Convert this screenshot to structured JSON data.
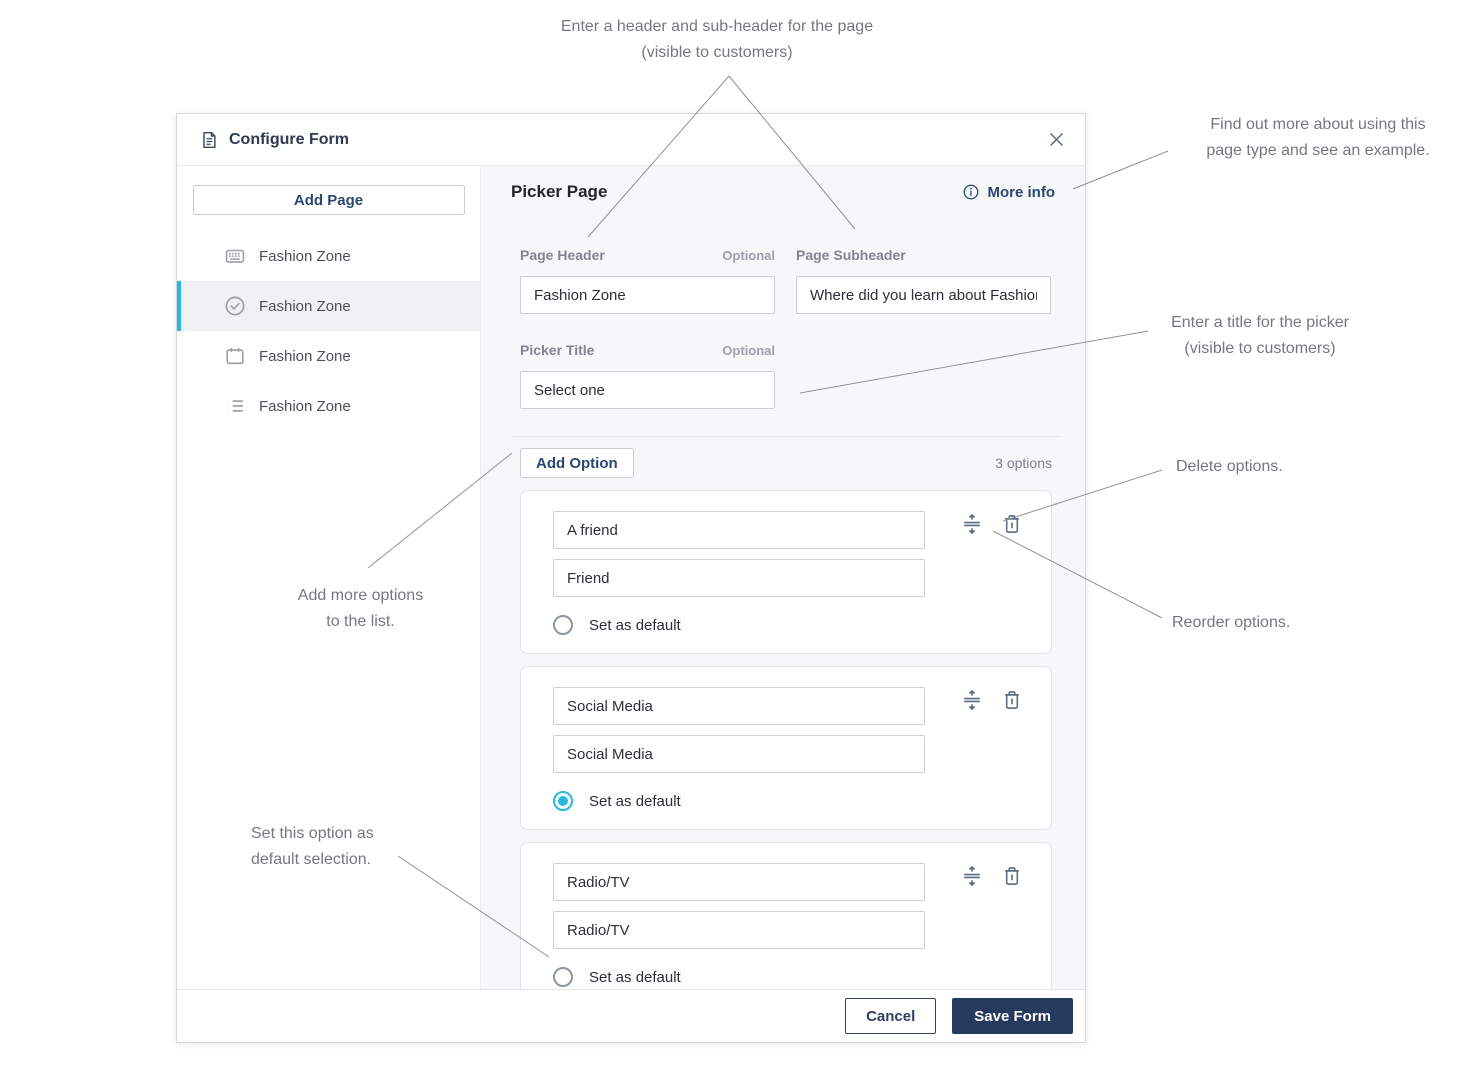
{
  "dialog": {
    "title": "Configure Form",
    "sidebar": {
      "add_page_label": "Add Page",
      "items": [
        {
          "label": "Fashion Zone",
          "icon": "keyboard-icon",
          "selected": false
        },
        {
          "label": "Fashion Zone",
          "icon": "check-circle-icon",
          "selected": true
        },
        {
          "label": "Fashion Zone",
          "icon": "calendar-icon",
          "selected": false
        },
        {
          "label": "Fashion Zone",
          "icon": "list-icon",
          "selected": false
        }
      ]
    },
    "main": {
      "heading": "Picker Page",
      "more_info_label": "More info",
      "fields": {
        "page_header": {
          "label": "Page Header",
          "optional": "Optional",
          "value": "Fashion Zone"
        },
        "page_subheader": {
          "label": "Page Subheader",
          "value": "Where did you learn about Fashion"
        },
        "picker_title": {
          "label": "Picker Title",
          "optional": "Optional",
          "value": "Select one"
        }
      },
      "options_section": {
        "add_option_label": "Add Option",
        "count_label": "3 options",
        "set_default_label": "Set as default",
        "options": [
          {
            "value": "A friend",
            "display": "Friend",
            "default": false
          },
          {
            "value": "Social Media",
            "display": "Social Media",
            "default": true
          },
          {
            "value": "Radio/TV",
            "display": "Radio/TV",
            "default": false
          }
        ]
      }
    },
    "footer": {
      "cancel_label": "Cancel",
      "save_label": "Save Form"
    }
  },
  "annotations": {
    "header_line1": "Enter a header and sub-header for the page",
    "header_line2": "(visible to customers)",
    "more_info_line1": "Find out more about using this",
    "more_info_line2": "page type and see an example.",
    "picker_line1": "Enter a title for the picker",
    "picker_line2": "(visible to customers)",
    "delete": "Delete options.",
    "reorder": "Reorder options.",
    "add_options_line1": "Add more options",
    "add_options_line2": "to the list.",
    "set_default_line1": "Set this option as",
    "set_default_line2": "default selection."
  },
  "icons": {
    "document": "document-icon",
    "close": "close-icon",
    "keyboard": "keyboard-icon",
    "check_circle": "check-circle-icon",
    "calendar": "calendar-icon",
    "list": "list-icon",
    "info": "info-icon",
    "reorder": "reorder-icon",
    "trash": "trash-icon"
  },
  "colors": {
    "accent_cyan": "#29b7dd",
    "primary_navy": "#263a5e"
  }
}
